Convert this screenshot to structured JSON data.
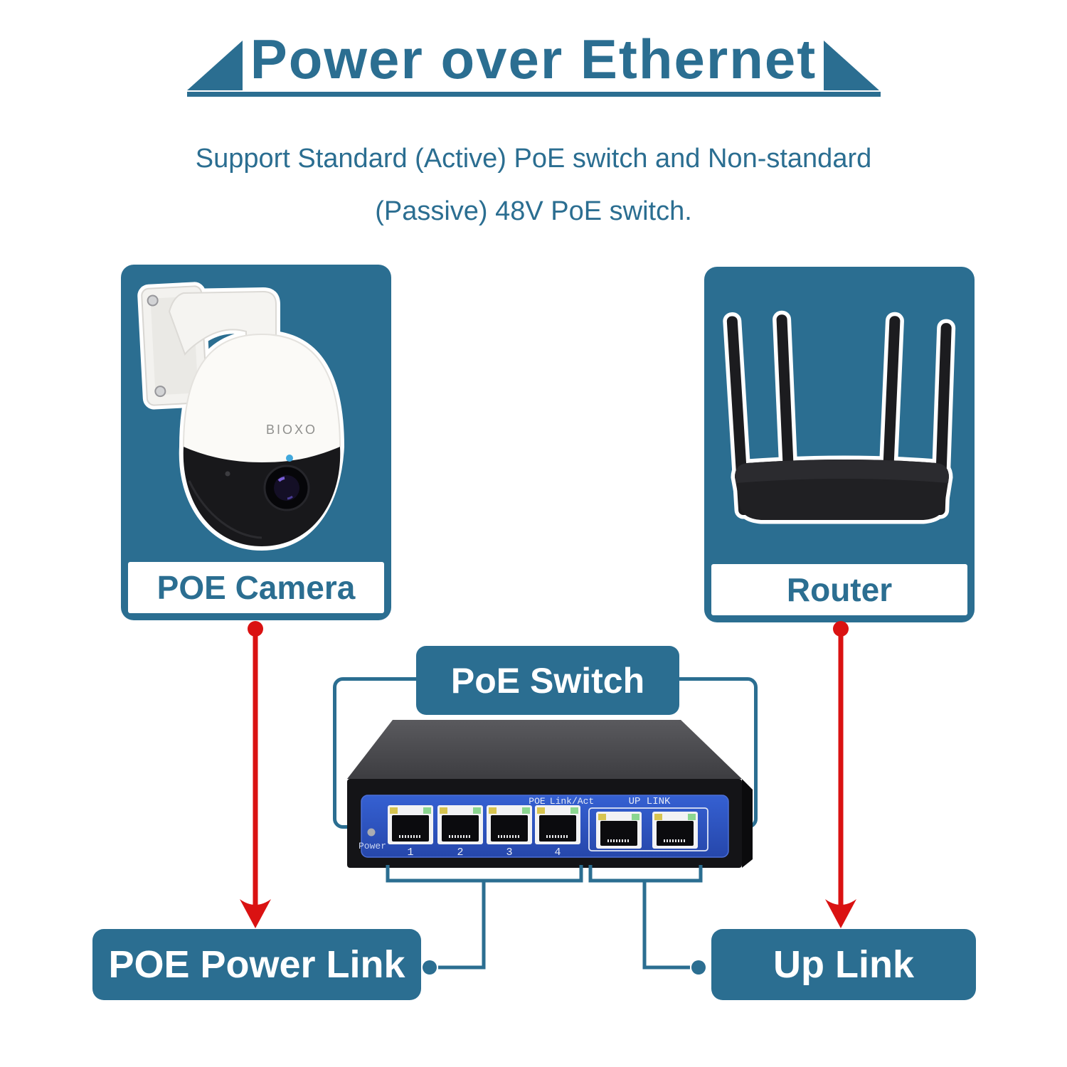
{
  "colors": {
    "teal": "#2b6e91",
    "red": "#da1212",
    "switch_blue": "#2b52bf"
  },
  "header": {
    "title": "Power over Ethernet"
  },
  "subtitle": {
    "line1": "Support Standard  (Active) PoE switch and Non-standard",
    "line2": "(Passive) 48V PoE switch."
  },
  "devices": {
    "camera": {
      "label": "POE Camera",
      "brand": "BIOXO"
    },
    "router": {
      "label": "Router"
    },
    "switch": {
      "label": "PoE Switch",
      "panel": {
        "power_label": "Power",
        "poe_label": "POE",
        "linkact_label": "Link/Act",
        "uplink_label": "UP LINK",
        "port_numbers": [
          "1",
          "2",
          "3",
          "4"
        ]
      }
    }
  },
  "links": {
    "poe_power": "POE Power Link",
    "uplink": "Up Link"
  }
}
